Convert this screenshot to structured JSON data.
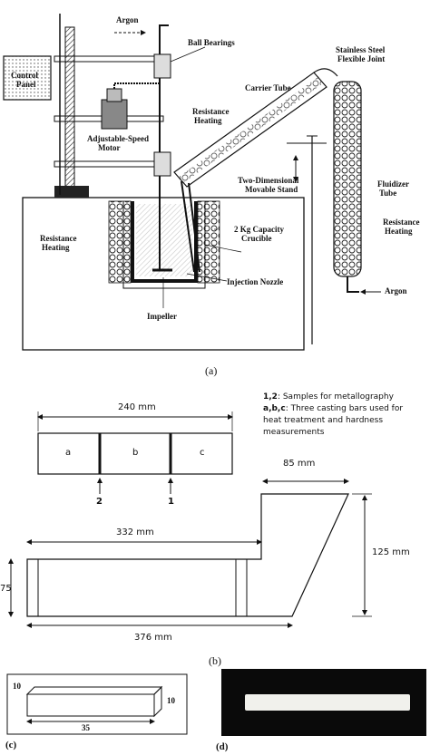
{
  "panel_a": {
    "caption": "(a)",
    "labels": {
      "argon_top": "Argon",
      "ball_bearings": "Ball Bearings",
      "stainless_joint_1": "Stainless Steel",
      "stainless_joint_2": "Flexible Joint",
      "carrier_tube": "Carrier Tube",
      "control_panel_1": "Control",
      "control_panel_2": "Panel",
      "resistance_heating_a1": "Resistance",
      "resistance_heating_a2": "Heating",
      "motor_1": "Adjustable-Speed",
      "motor_2": "Motor",
      "stand_1": "Two-Dimensional",
      "stand_2": "Movable Stand",
      "fluidizer_1": "Fluidizer",
      "fluidizer_2": "Tube",
      "crucible_1": "2 Kg Capacity",
      "crucible_2": "Crucible",
      "resistance_heating_b1": "Resistance",
      "resistance_heating_b2": "Heating",
      "resistance_heating_c1": "Resistance",
      "resistance_heating_c2": "Heating",
      "injection_nozzle": "Injection Nozzle",
      "argon_bottom": "Argon",
      "impeller": "Impeller"
    }
  },
  "panel_b": {
    "caption": "(b)",
    "legend_1_key": "1,2",
    "legend_1_text": ": Samples for metallography",
    "legend_2_key": "a,b,c",
    "legend_2_text": ": Three casting bars used for",
    "legend_2_line2": "heat treatment and hardness",
    "legend_2_line3": "measurements",
    "dim_240": "240 mm",
    "bar_a": "a",
    "bar_b": "b",
    "bar_c": "c",
    "marker_2": "2",
    "marker_1": "1",
    "dim_85": "85 mm",
    "dim_332": "332 mm",
    "dim_125": "125 mm",
    "dim_75": "75",
    "dim_376": "376 mm"
  },
  "panel_c": {
    "caption": "(c)",
    "dim_10_top": "10",
    "dim_10_side": "10",
    "dim_35": "35"
  },
  "panel_d": {
    "caption": "(d)"
  }
}
